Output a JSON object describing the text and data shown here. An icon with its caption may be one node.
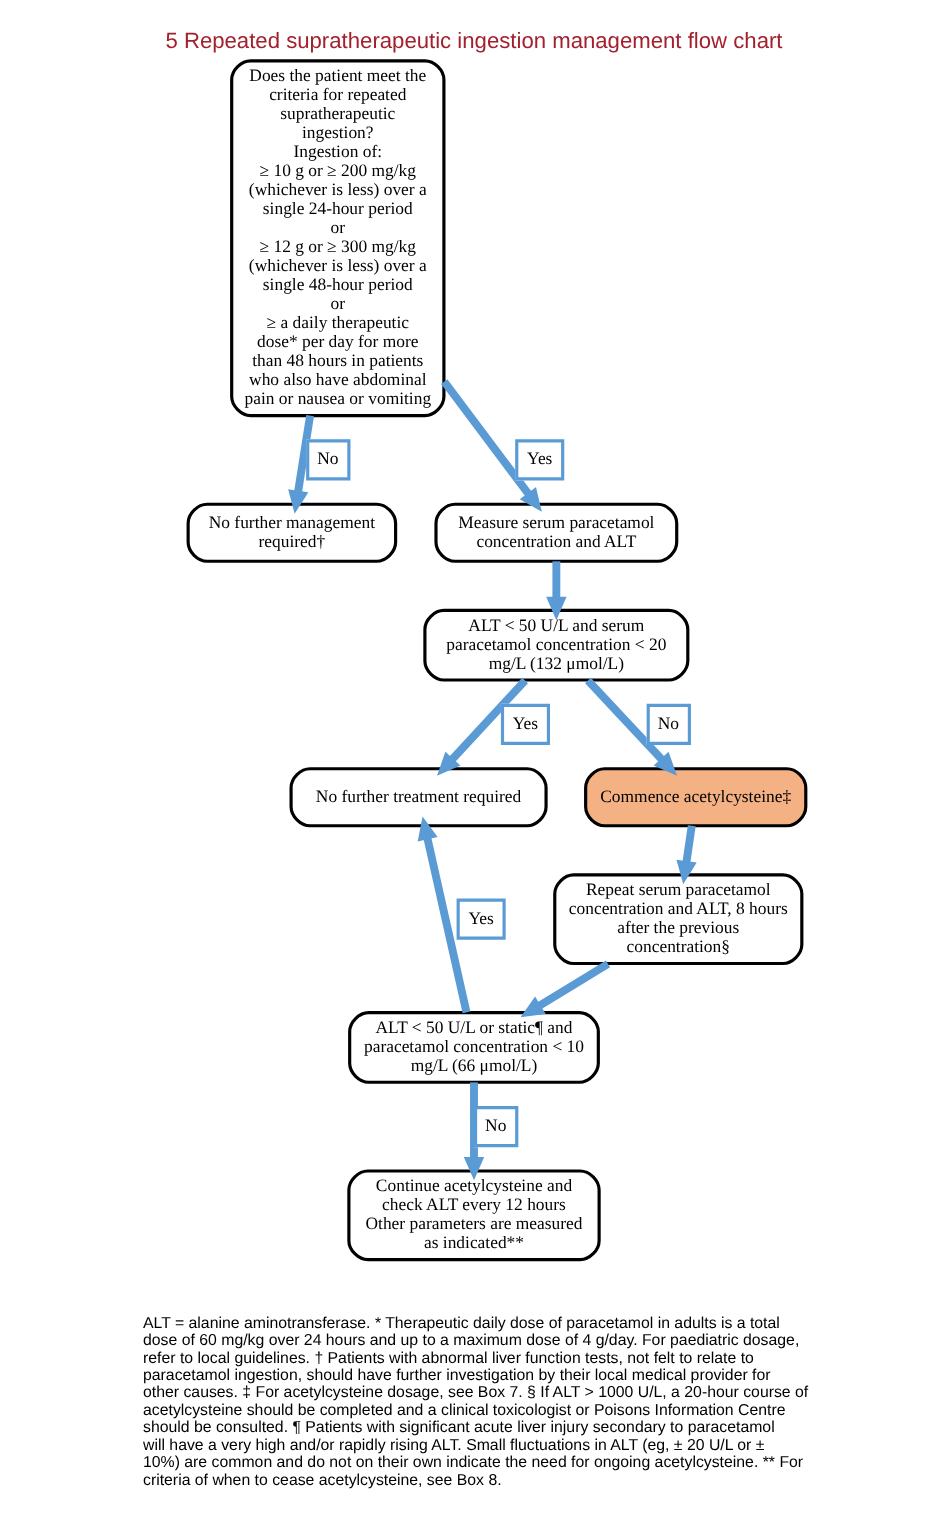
{
  "diagram": {
    "title": "5 Repeated supratherapeutic ingestion management flow chart",
    "caption": "ALT = alanine aminotransferase. * Therapeutic daily dose of paracetamol in adults is a total dose of 60 mg/kg over 24 hours and up to a maximum dose of 4 g/day. For paediatric dosage, refer to local guidelines. † Patients with abnormal liver function tests, not felt to relate to paracetamol ingestion, should have further investigation by their local medical provider for other causes. ‡ For acetylcysteine dosage, see Box 7. § If ALT > 1000 U/L, a 20-hour course of acetylcysteine should be completed and a clinical toxicologist or Poisons Information Centre should be consulted. ¶ Patients with significant acute liver injury secondary to paracetamol will have a very high and/or rapidly rising ALT. Small fluctuations in ALT (eg, ± 20 U/L or ± 10%) are common and do not on their own indicate the need for ongoing acetylcysteine. ** For criteria of when to cease acetylcysteine, see Box 8.",
    "nodes": [
      {
        "text": [
          "Does the patient meet the criteria for repeated supratherapeutic ingestion?",
          "Ingestion of:",
          "≥ 10 g or ≥ 200 mg/kg (whichever is less) over a single 24-hour period",
          "or",
          "≥ 12 g or ≥ 300 mg/kg (whichever is less) over a single 48-hour period",
          "or",
          "≥ a daily therapeutic dose* per day for more than 48 hours in patients who also have abdominal pain or nausea or vomiting"
        ]
      },
      {
        "text": [
          "No further management required†"
        ]
      },
      {
        "text": [
          "Measure serum paracetamol concentration and ALT"
        ]
      },
      {
        "text": [
          "ALT < 50 U/L and serum paracetamol concentration < 20 mg/L (132 μmol/L)"
        ]
      },
      {
        "text": [
          "No further treatment required"
        ]
      },
      {
        "text": [
          "Commence acetylcysteine‡"
        ]
      },
      {
        "text": [
          "Repeat serum paracetamol concentration and ALT, 8 hours after the previous concentration§"
        ]
      },
      {
        "text": [
          "ALT < 50 U/L or static¶ and paracetamol concentration < 10 mg/L (66 μmol/L)"
        ]
      },
      {
        "text": [
          "Continue acetylcysteine and check ALT every 12 hours",
          "Other parameters are measured as indicated**"
        ]
      }
    ],
    "edges": [
      {
        "from": 0,
        "to": 1,
        "arrow": "to",
        "label": "No"
      },
      {
        "from": 0,
        "to": 2,
        "arrow": "to",
        "label": "Yes"
      },
      {
        "from": 2,
        "to": 3,
        "arrow": "to"
      },
      {
        "from": 3,
        "to": 4,
        "arrow": "to",
        "label": "Yes"
      },
      {
        "from": 3,
        "to": 5,
        "arrow": "to",
        "label": "No"
      },
      {
        "from": 5,
        "to": 6,
        "arrow": "to"
      },
      {
        "from": 6,
        "to": 7,
        "arrow": "to"
      },
      {
        "from": 7,
        "to": 4,
        "arrow": "to",
        "label": "Yes"
      },
      {
        "from": 7,
        "to": 8,
        "arrow": "to",
        "label": "No"
      }
    ]
  }
}
